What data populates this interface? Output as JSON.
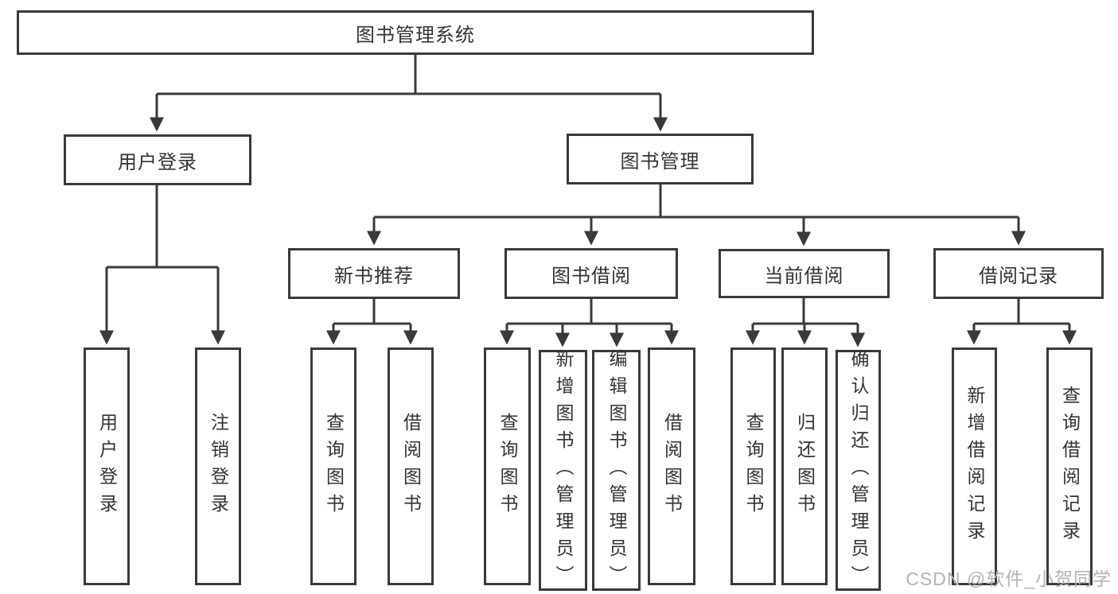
{
  "diagram": {
    "root": {
      "label": "图书管理系统"
    },
    "branches": [
      {
        "label": "用户登录",
        "children": [
          {
            "label": "用户登录"
          },
          {
            "label": "注销登录"
          }
        ]
      },
      {
        "label": "图书管理",
        "children": [
          {
            "label": "新书推荐",
            "children": [
              {
                "label": "查询图书"
              },
              {
                "label": "借阅图书"
              }
            ]
          },
          {
            "label": "图书借阅",
            "children": [
              {
                "label": "查询图书"
              },
              {
                "label": "新增图书（管理员）"
              },
              {
                "label": "编辑图书（管理员）"
              },
              {
                "label": "借阅图书"
              }
            ]
          },
          {
            "label": "当前借阅",
            "children": [
              {
                "label": "查询图书"
              },
              {
                "label": "归还图书"
              },
              {
                "label": "确认归还（管理员）"
              }
            ]
          },
          {
            "label": "借阅记录",
            "children": [
              {
                "label": "新增借阅记录"
              },
              {
                "label": "查询借阅记录"
              }
            ]
          }
        ]
      }
    ]
  },
  "watermark": {
    "text": "CSDN @软件_小贺同学"
  },
  "colors": {
    "line": "#3a3a3a",
    "text": "#333333",
    "background": "#ffffff",
    "watermark": "#b3b3b6"
  }
}
